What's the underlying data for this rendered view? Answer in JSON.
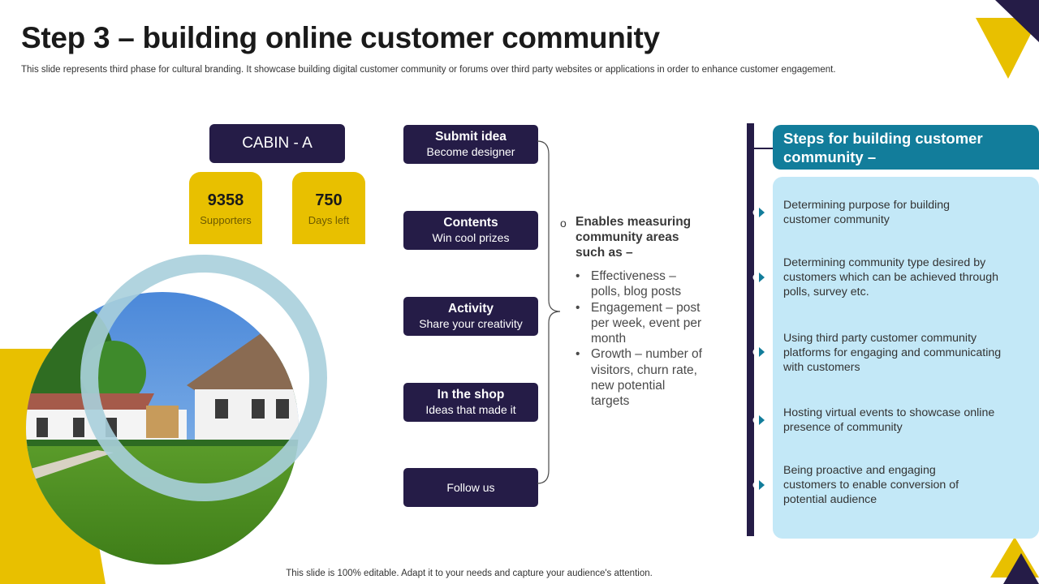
{
  "header": {
    "title": "Step 3 – building online customer community",
    "subtitle": "This slide represents third phase for cultural branding. It showcase building digital customer community or forums over third party websites or applications in order to enhance customer engagement."
  },
  "cabin": {
    "label": "CABIN - A",
    "stats": [
      {
        "value": "9358",
        "label": "Supporters"
      },
      {
        "value": "750",
        "label": "Days left"
      }
    ]
  },
  "menu": [
    {
      "title": "Submit idea",
      "subtitle": "Become designer"
    },
    {
      "title": "Contents",
      "subtitle": "Win cool prizes"
    },
    {
      "title": "Activity",
      "subtitle": "Share your creativity"
    },
    {
      "title": "In the shop",
      "subtitle": "Ideas that made it"
    },
    {
      "title": "",
      "subtitle": "Follow us"
    }
  ],
  "measure": {
    "bullet": "o",
    "heading": "Enables measuring community areas such as –",
    "items": [
      "Effectiveness – polls, blog posts",
      "Engagement – post per week, event per month",
      "Growth – number of visitors, churn rate, new potential targets"
    ]
  },
  "steps": {
    "heading": "Steps for building customer community –",
    "items": [
      "Determining purpose for building customer community",
      "Determining community type desired by customers which can be achieved through polls, survey etc.",
      "Using third party customer community platforms for engaging and communicating with customers",
      "Hosting virtual events to showcase online presence of community",
      "Being proactive and engaging customers to enable conversion of potential audience"
    ]
  },
  "footer": {
    "note": "This slide is 100% editable. Adapt it to your needs and capture your audience's attention."
  },
  "colors": {
    "navy": "#251c47",
    "yellow": "#e8c000",
    "teal": "#127d9b",
    "light_blue": "#c3e8f7",
    "ring": "#a9cfdc"
  }
}
